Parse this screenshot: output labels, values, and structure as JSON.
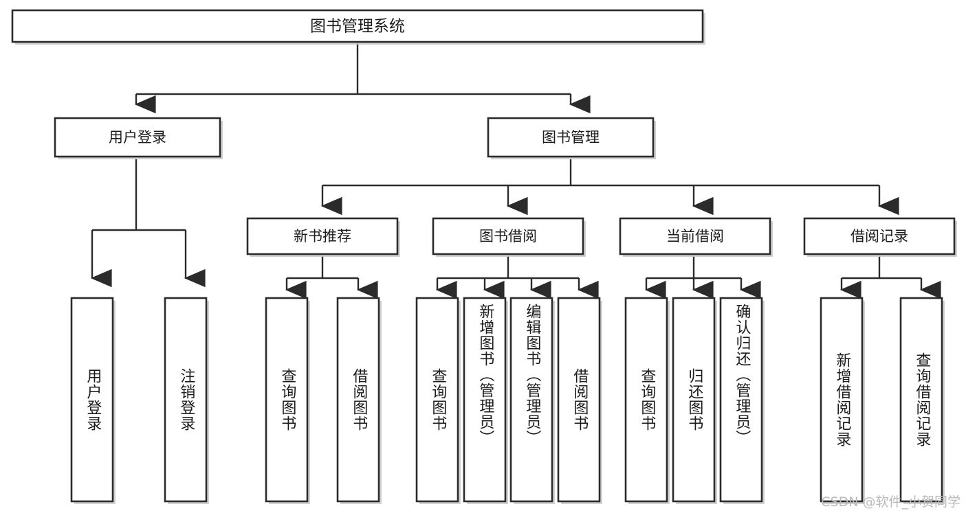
{
  "diagram": {
    "type": "tree-hierarchy-chart",
    "title": "图书管理系统",
    "colors": {
      "stroke": "#2b2b2b",
      "fill": "#ffffff",
      "text": "#1c1c1c",
      "shadow": "#c9c9c9",
      "watermark": "#b9b9b9"
    },
    "root": {
      "label": "图书管理系统"
    },
    "level1": [
      {
        "id": "user-login",
        "label": "用户登录"
      },
      {
        "id": "book-management",
        "label": "图书管理"
      }
    ],
    "level2": [
      {
        "id": "new-book-recommend",
        "label": "新书推荐",
        "parent": "book-management"
      },
      {
        "id": "book-borrow",
        "label": "图书借阅",
        "parent": "book-management"
      },
      {
        "id": "current-borrow",
        "label": "当前借阅",
        "parent": "book-management"
      },
      {
        "id": "borrow-record",
        "label": "借阅记录",
        "parent": "book-management"
      }
    ],
    "leaves": [
      {
        "id": "leaf-user-login",
        "label": "用户登录",
        "parent": "user-login"
      },
      {
        "id": "leaf-logout",
        "label": "注销登录",
        "parent": "user-login"
      },
      {
        "id": "leaf-query-book-1",
        "label": "查询图书",
        "parent": "new-book-recommend"
      },
      {
        "id": "leaf-borrow-book-1",
        "label": "借阅图书",
        "parent": "new-book-recommend"
      },
      {
        "id": "leaf-query-book-2",
        "label": "查询图书",
        "parent": "book-borrow"
      },
      {
        "id": "leaf-add-book",
        "label": "新增图书（管理员）",
        "parent": "book-borrow"
      },
      {
        "id": "leaf-edit-book",
        "label": "编辑图书（管理员）",
        "parent": "book-borrow"
      },
      {
        "id": "leaf-borrow-book-2",
        "label": "借阅图书",
        "parent": "book-borrow"
      },
      {
        "id": "leaf-query-book-3",
        "label": "查询图书",
        "parent": "current-borrow"
      },
      {
        "id": "leaf-return-book",
        "label": "归还图书",
        "parent": "current-borrow"
      },
      {
        "id": "leaf-confirm-return",
        "label": "确认归还（管理员）",
        "parent": "current-borrow"
      },
      {
        "id": "leaf-add-record",
        "label": "新增借阅记录",
        "parent": "borrow-record"
      },
      {
        "id": "leaf-query-record",
        "label": "查询借阅记录",
        "parent": "borrow-record"
      }
    ],
    "watermark": "CSDN @软件_小贺同学"
  }
}
